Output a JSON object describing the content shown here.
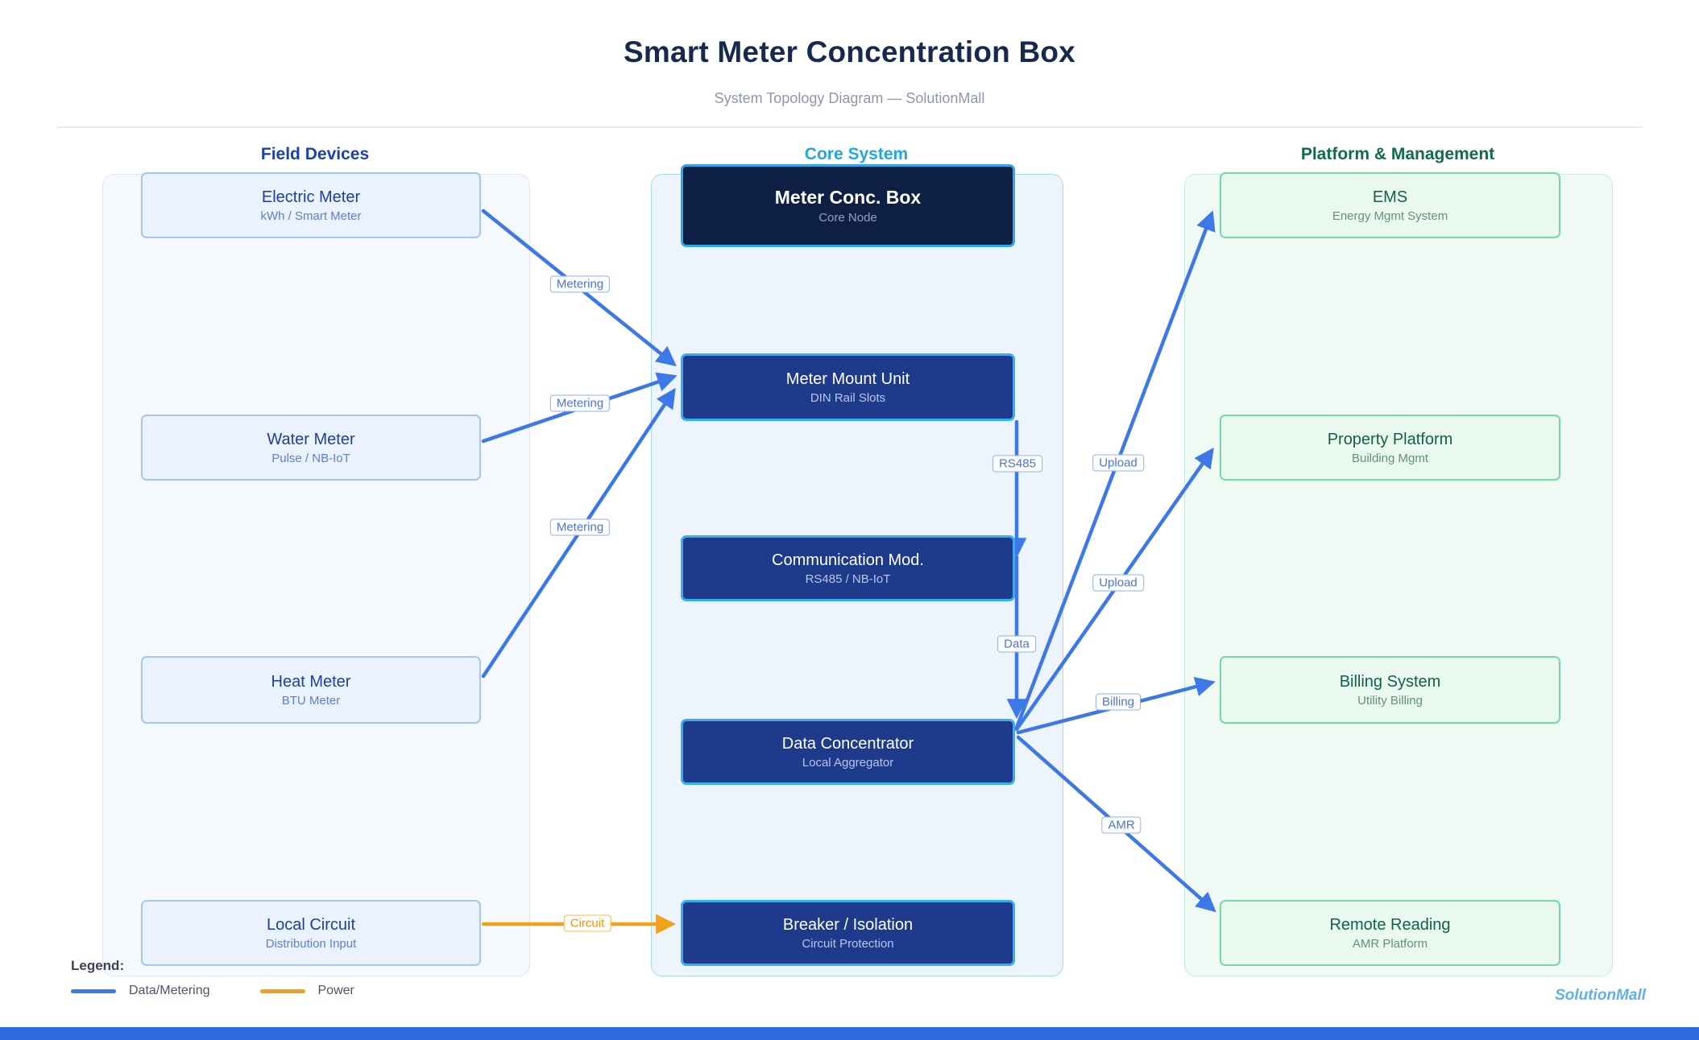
{
  "header": {
    "title": "Smart Meter Concentration Box",
    "subtitle": "System Topology Diagram — SolutionMall"
  },
  "columns": [
    {
      "label": "Field Devices",
      "nodes": [
        {
          "title": "Electric Meter",
          "subtitle": "kWh / Smart Meter"
        },
        {
          "title": "Water Meter",
          "subtitle": "Pulse / NB-IoT"
        },
        {
          "title": "Heat Meter",
          "subtitle": "BTU Meter"
        },
        {
          "title": "Local Circuit",
          "subtitle": "Distribution Input"
        }
      ]
    },
    {
      "label": "Core System",
      "nodes": [
        {
          "title": "Meter Conc. Box",
          "subtitle": "Core Node"
        },
        {
          "title": "Meter Mount Unit",
          "subtitle": "DIN Rail Slots"
        },
        {
          "title": "Communication Mod.",
          "subtitle": "RS485 / NB-IoT"
        },
        {
          "title": "Data Concentrator",
          "subtitle": "Local Aggregator"
        },
        {
          "title": "Breaker / Isolation",
          "subtitle": "Circuit Protection"
        }
      ]
    },
    {
      "label": "Platform & Management",
      "nodes": [
        {
          "title": "EMS",
          "subtitle": "Energy Mgmt System"
        },
        {
          "title": "Property Platform",
          "subtitle": "Building Mgmt"
        },
        {
          "title": "Billing System",
          "subtitle": "Utility Billing"
        },
        {
          "title": "Remote Reading",
          "subtitle": "AMR Platform"
        }
      ]
    }
  ],
  "edges": [
    {
      "from": "electric-meter",
      "to": "meter-mount-unit",
      "label": "Metering",
      "kind": "data"
    },
    {
      "from": "water-meter",
      "to": "meter-mount-unit",
      "label": "Metering",
      "kind": "data"
    },
    {
      "from": "heat-meter",
      "to": "meter-mount-unit",
      "label": "Metering",
      "kind": "data"
    },
    {
      "from": "meter-mount-unit",
      "to": "communication-mod",
      "label": "RS485",
      "kind": "data"
    },
    {
      "from": "communication-mod",
      "to": "data-concentrator",
      "label": "Data",
      "kind": "data"
    },
    {
      "from": "data-concentrator",
      "to": "ems",
      "label": "Upload",
      "kind": "data"
    },
    {
      "from": "data-concentrator",
      "to": "property-platform",
      "label": "Upload",
      "kind": "data"
    },
    {
      "from": "data-concentrator",
      "to": "billing-system",
      "label": "Billing",
      "kind": "data"
    },
    {
      "from": "data-concentrator",
      "to": "remote-reading",
      "label": "AMR",
      "kind": "data"
    },
    {
      "from": "local-circuit",
      "to": "breaker-isolation",
      "label": "Circuit",
      "kind": "power"
    }
  ],
  "legend": {
    "title": "Legend:",
    "items": [
      {
        "label": "Data/Metering",
        "color": "#3c78e8"
      },
      {
        "label": "Power",
        "color": "#f0a21c"
      }
    ]
  },
  "watermark": "SolutionMall",
  "colors": {
    "accent_field": "#1e40af",
    "accent_core": "#22a5e8",
    "accent_platform": "#0f6b50",
    "edge_data": "#3c78e8",
    "edge_power": "#f0a21c",
    "node_field_fill": "#e9f2fd",
    "node_core_fill": "#1e3a8a",
    "node_hub_fill": "#0d2044",
    "node_platform_fill": "#e9f9f0",
    "bottom_bar": "#2e6be0"
  }
}
